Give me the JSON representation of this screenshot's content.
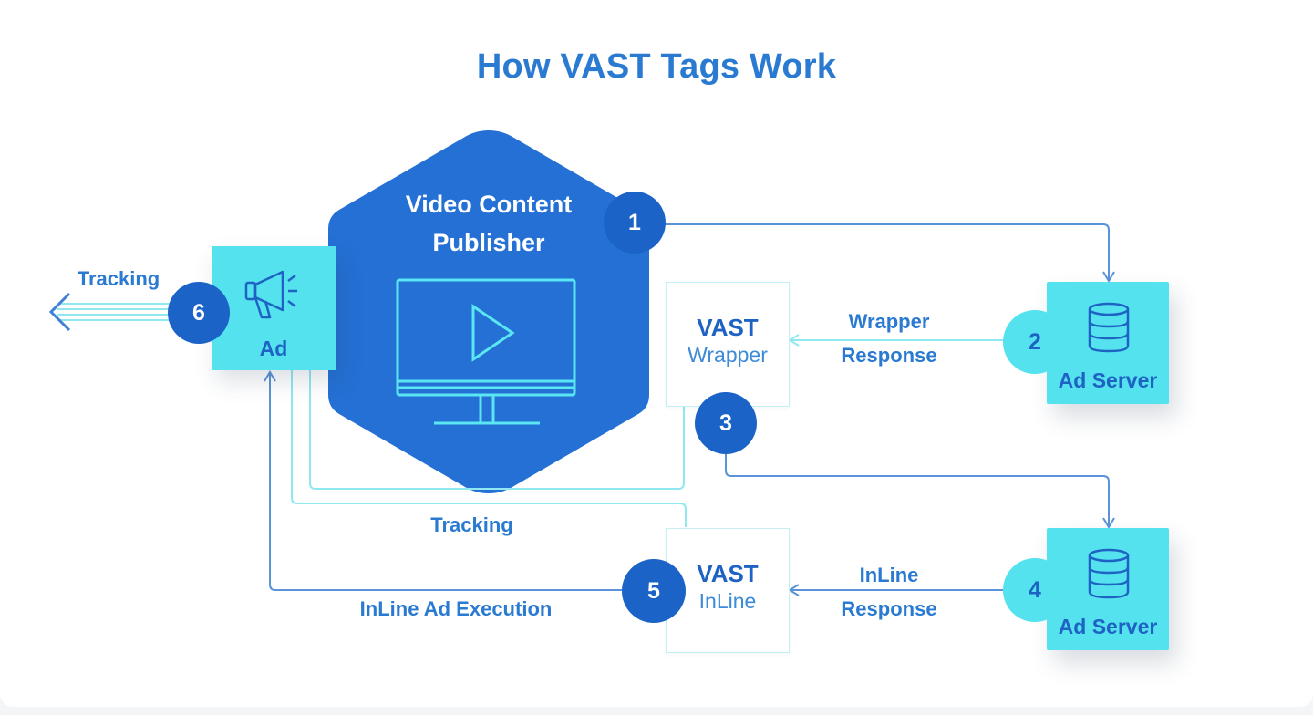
{
  "title": "How VAST Tags Work",
  "publisher": {
    "line1": "Video Content",
    "line2": "Publisher",
    "icon": "monitor-play-icon"
  },
  "ad": {
    "label": "Ad",
    "icon": "megaphone-icon"
  },
  "steps": [
    "1",
    "2",
    "3",
    "4",
    "5",
    "6"
  ],
  "ad_servers": [
    {
      "label": "Ad Server",
      "icon": "database-icon"
    },
    {
      "label": "Ad Server",
      "icon": "database-icon"
    }
  ],
  "vast_wrapper": {
    "title": "VAST",
    "subtitle": "Wrapper"
  },
  "vast_inline": {
    "title": "VAST",
    "subtitle": "InLine"
  },
  "labels": {
    "wrapper_response_1": "Wrapper",
    "wrapper_response_2": "Response",
    "inline_response_1": "InLine",
    "inline_response_2": "Response",
    "tracking_left": "Tracking",
    "tracking_bottom": "Tracking",
    "inline_execution": "InLine Ad Execution"
  },
  "colors": {
    "title": "#2a7ad2",
    "dark_blue": "#1b63c6",
    "cyan": "#54e2ee",
    "light_cyan_line": "#8fe8f0",
    "connector_blue": "#5b93d8"
  }
}
